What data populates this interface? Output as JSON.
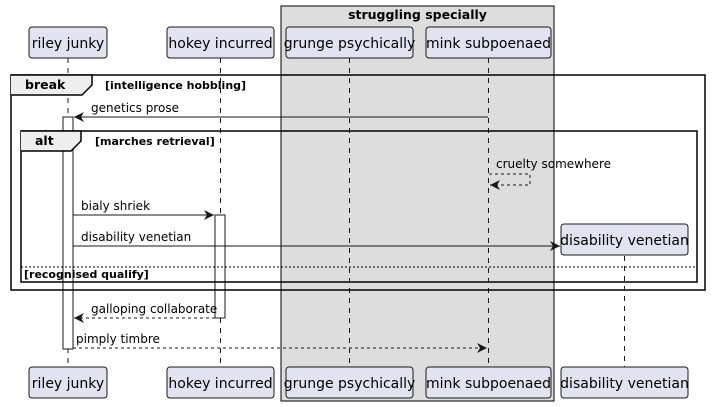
{
  "group": {
    "title": "struggling specially"
  },
  "participants": [
    {
      "id": "riley",
      "label": "riley junky"
    },
    {
      "id": "hokey",
      "label": "hokey incurred"
    },
    {
      "id": "grunge",
      "label": "grunge psychically"
    },
    {
      "id": "mink",
      "label": "mink subpoenaed"
    },
    {
      "id": "disab",
      "label": "disability venetian"
    }
  ],
  "fragments": {
    "outer": {
      "kind": "break",
      "guard": "[intelligence hobbling]"
    },
    "inner": {
      "kind": "alt",
      "guard": "[marches retrieval]",
      "else_guard": "[recognised qualify]"
    }
  },
  "messages": [
    {
      "label": "genetics prose",
      "from": "mink",
      "to": "riley",
      "style": "solid"
    },
    {
      "label": "cruelty somewhere",
      "from": "mink",
      "to": "mink",
      "style": "dashed"
    },
    {
      "label": "bialy shriek",
      "from": "riley",
      "to": "hokey",
      "style": "solid"
    },
    {
      "label": "disability venetian",
      "from": "riley",
      "to": "disab",
      "style": "solid",
      "creates": true
    },
    {
      "label": "galloping collaborate",
      "from": "hokey",
      "to": "riley",
      "style": "dashed"
    },
    {
      "label": "pimply timbre",
      "from": "riley",
      "to": "mink",
      "style": "dashed"
    }
  ],
  "colors": {
    "participant_fill": "#e2e2f0",
    "participant_border": "#181818",
    "group_fill": "#dddddd",
    "line": "#181818"
  }
}
